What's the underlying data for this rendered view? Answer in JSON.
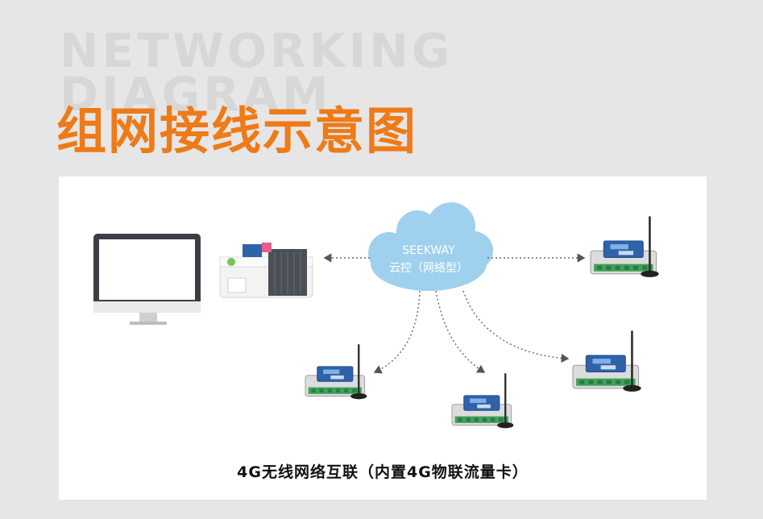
{
  "background_text": "NETWORKING DIAGRAM",
  "title": "组网接线示意图",
  "cloud": {
    "line1": "SEEKWAY",
    "line2": "云控（网络型）"
  },
  "caption": "4G无线网络互联（内置4G物联流量卡）",
  "colors": {
    "accent": "#ee7a18",
    "cloud": "#9fd0ee",
    "device_blue": "#2f62a8",
    "terminal_green": "#3fa35a"
  }
}
